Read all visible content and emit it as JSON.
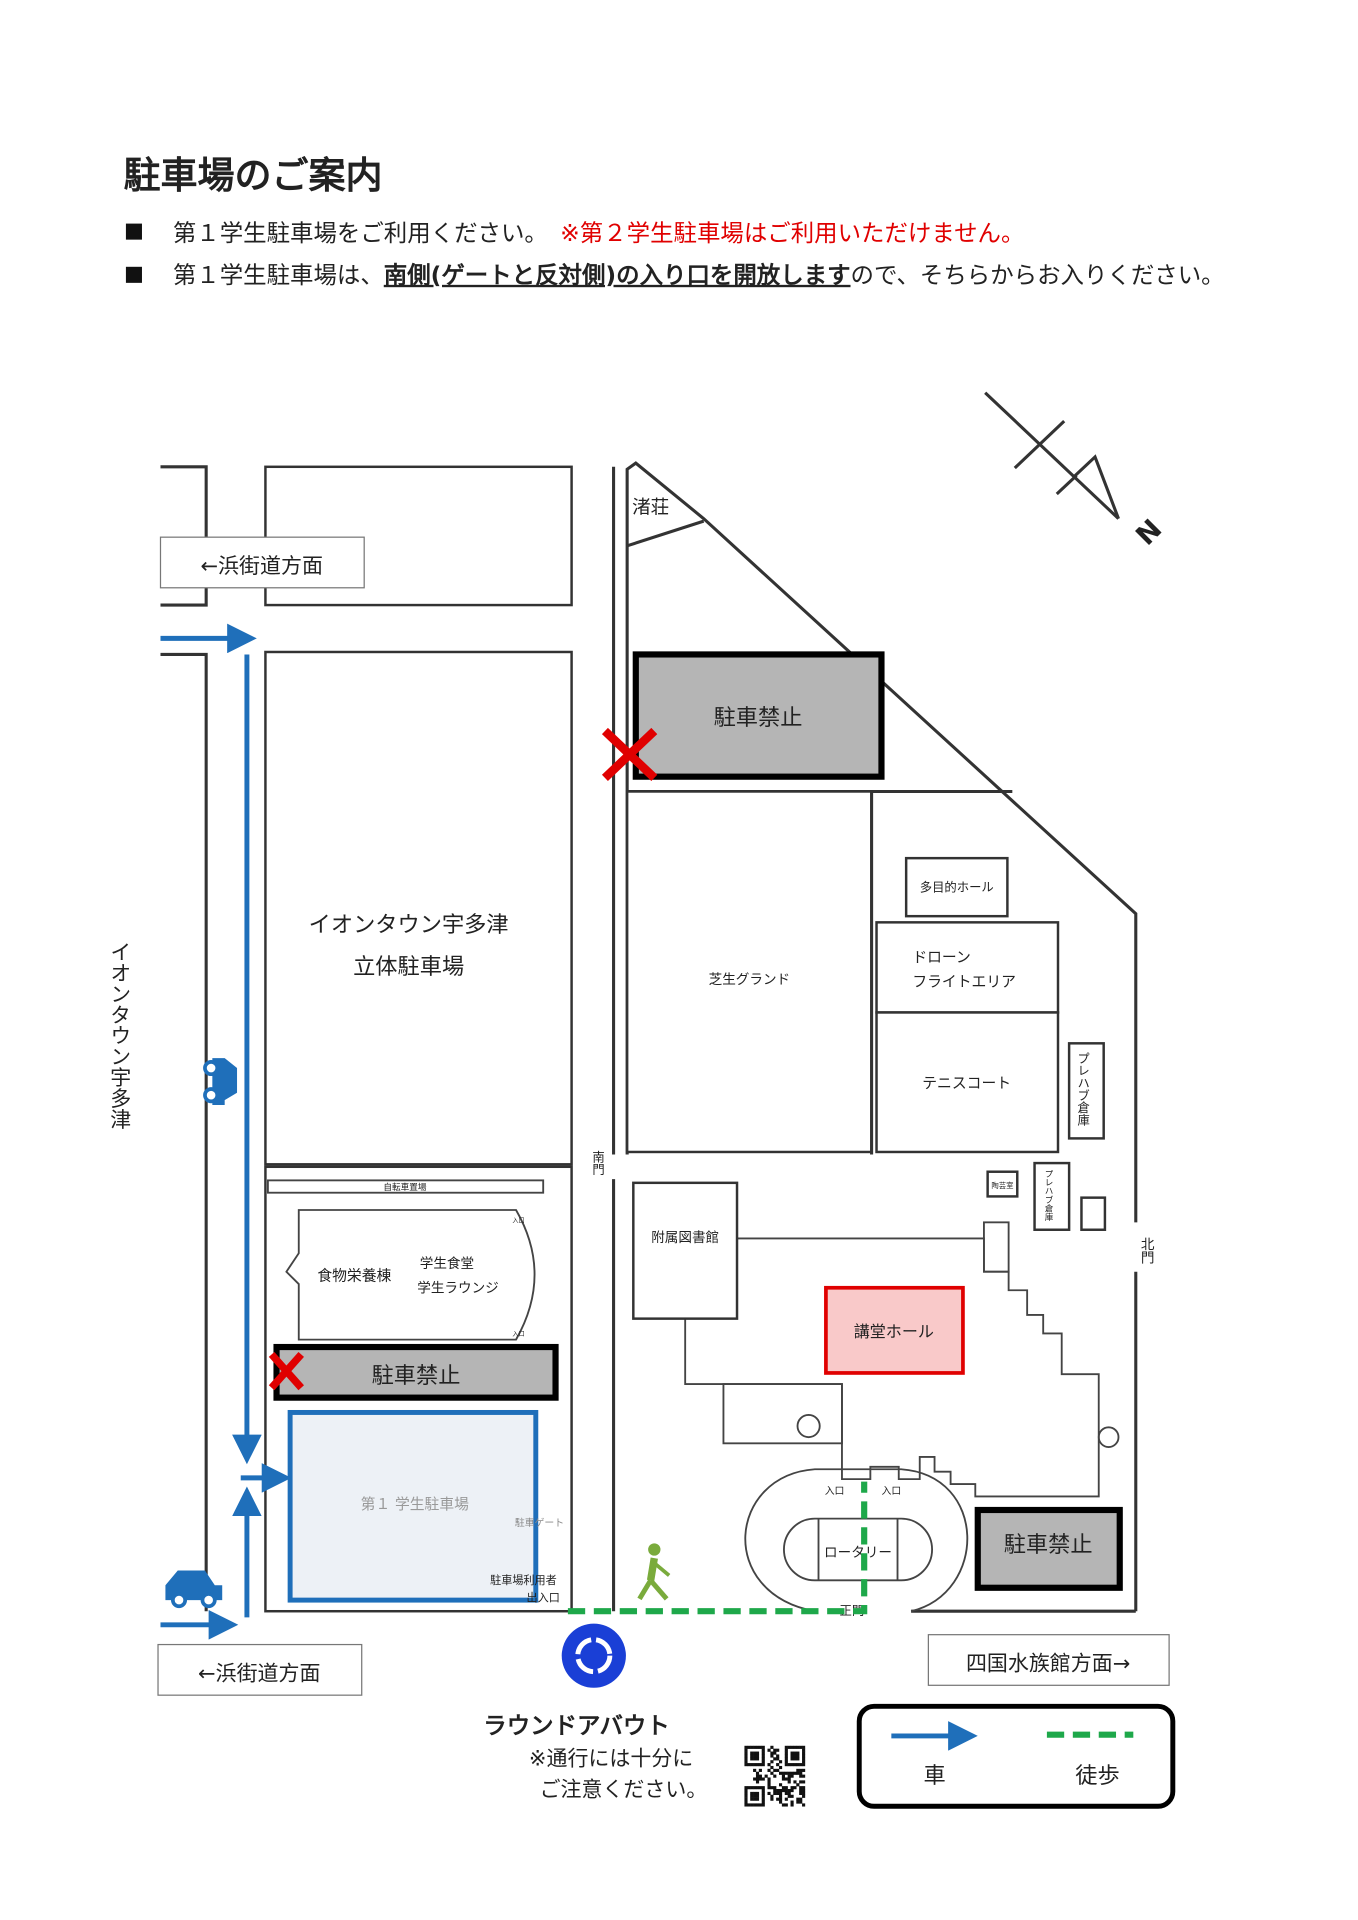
{
  "header": {
    "title": "駐車場のご案内",
    "bullet1_text": "第１学生駐車場をご利用ください。",
    "bullet1_warning": "※第２学生駐車場はご利用いただけません。",
    "bullet2_prefix": "第１学生駐車場は、",
    "bullet2_emphasis": "南側(ゲートと反対側)の入り口を開放します",
    "bullet2_suffix": "ので、そちらからお入りください。"
  },
  "map": {
    "direction_hama_top": "←浜街道方面",
    "direction_hama_bottom": "←浜街道方面",
    "direction_aquarium": "四国水族館方面→",
    "road_label": "イオンタウン宇多津",
    "aeon_parking_line1": "イオンタウン宇多津",
    "aeon_parking_line2": "立体駐車場",
    "bike_parking": "自転車置場",
    "food_building": "食物栄養棟",
    "cafeteria": "学生食堂",
    "lounge": "学生ラウンジ",
    "entrance": "入口",
    "no_parking": "駐車禁止",
    "parking1": "第１ 学生駐車場",
    "parking_gate": "駐車ゲート",
    "parking_user_line1": "駐車場利用者",
    "parking_user_line2": "出入口",
    "south_gate": "南門",
    "north_gate": "北門",
    "main_gate": "正門",
    "nagisa": "渚荘",
    "lawn": "芝生グランド",
    "multipurpose_hall": "多目的ホール",
    "drone_line1": "ドローン",
    "drone_line2": "フライトエリア",
    "tennis": "テニスコート",
    "prefab": "プレハブ倉庫",
    "pottery": "陶芸室",
    "library": "附属図書館",
    "lecture_hall": "講堂ホール",
    "rotary": "ロータリー",
    "compass_n": "N"
  },
  "footer": {
    "roundabout_title": "ラウンドアバウト",
    "roundabout_note1": "※通行には十分に",
    "roundabout_note2": "ご注意ください。",
    "legend_car": "車",
    "legend_walk": "徒歩"
  },
  "colors": {
    "car_route": "#1f6fba",
    "walk_route": "#1ea84a",
    "warning": "#e00000",
    "lecture_hall": "#f9c9c9"
  }
}
